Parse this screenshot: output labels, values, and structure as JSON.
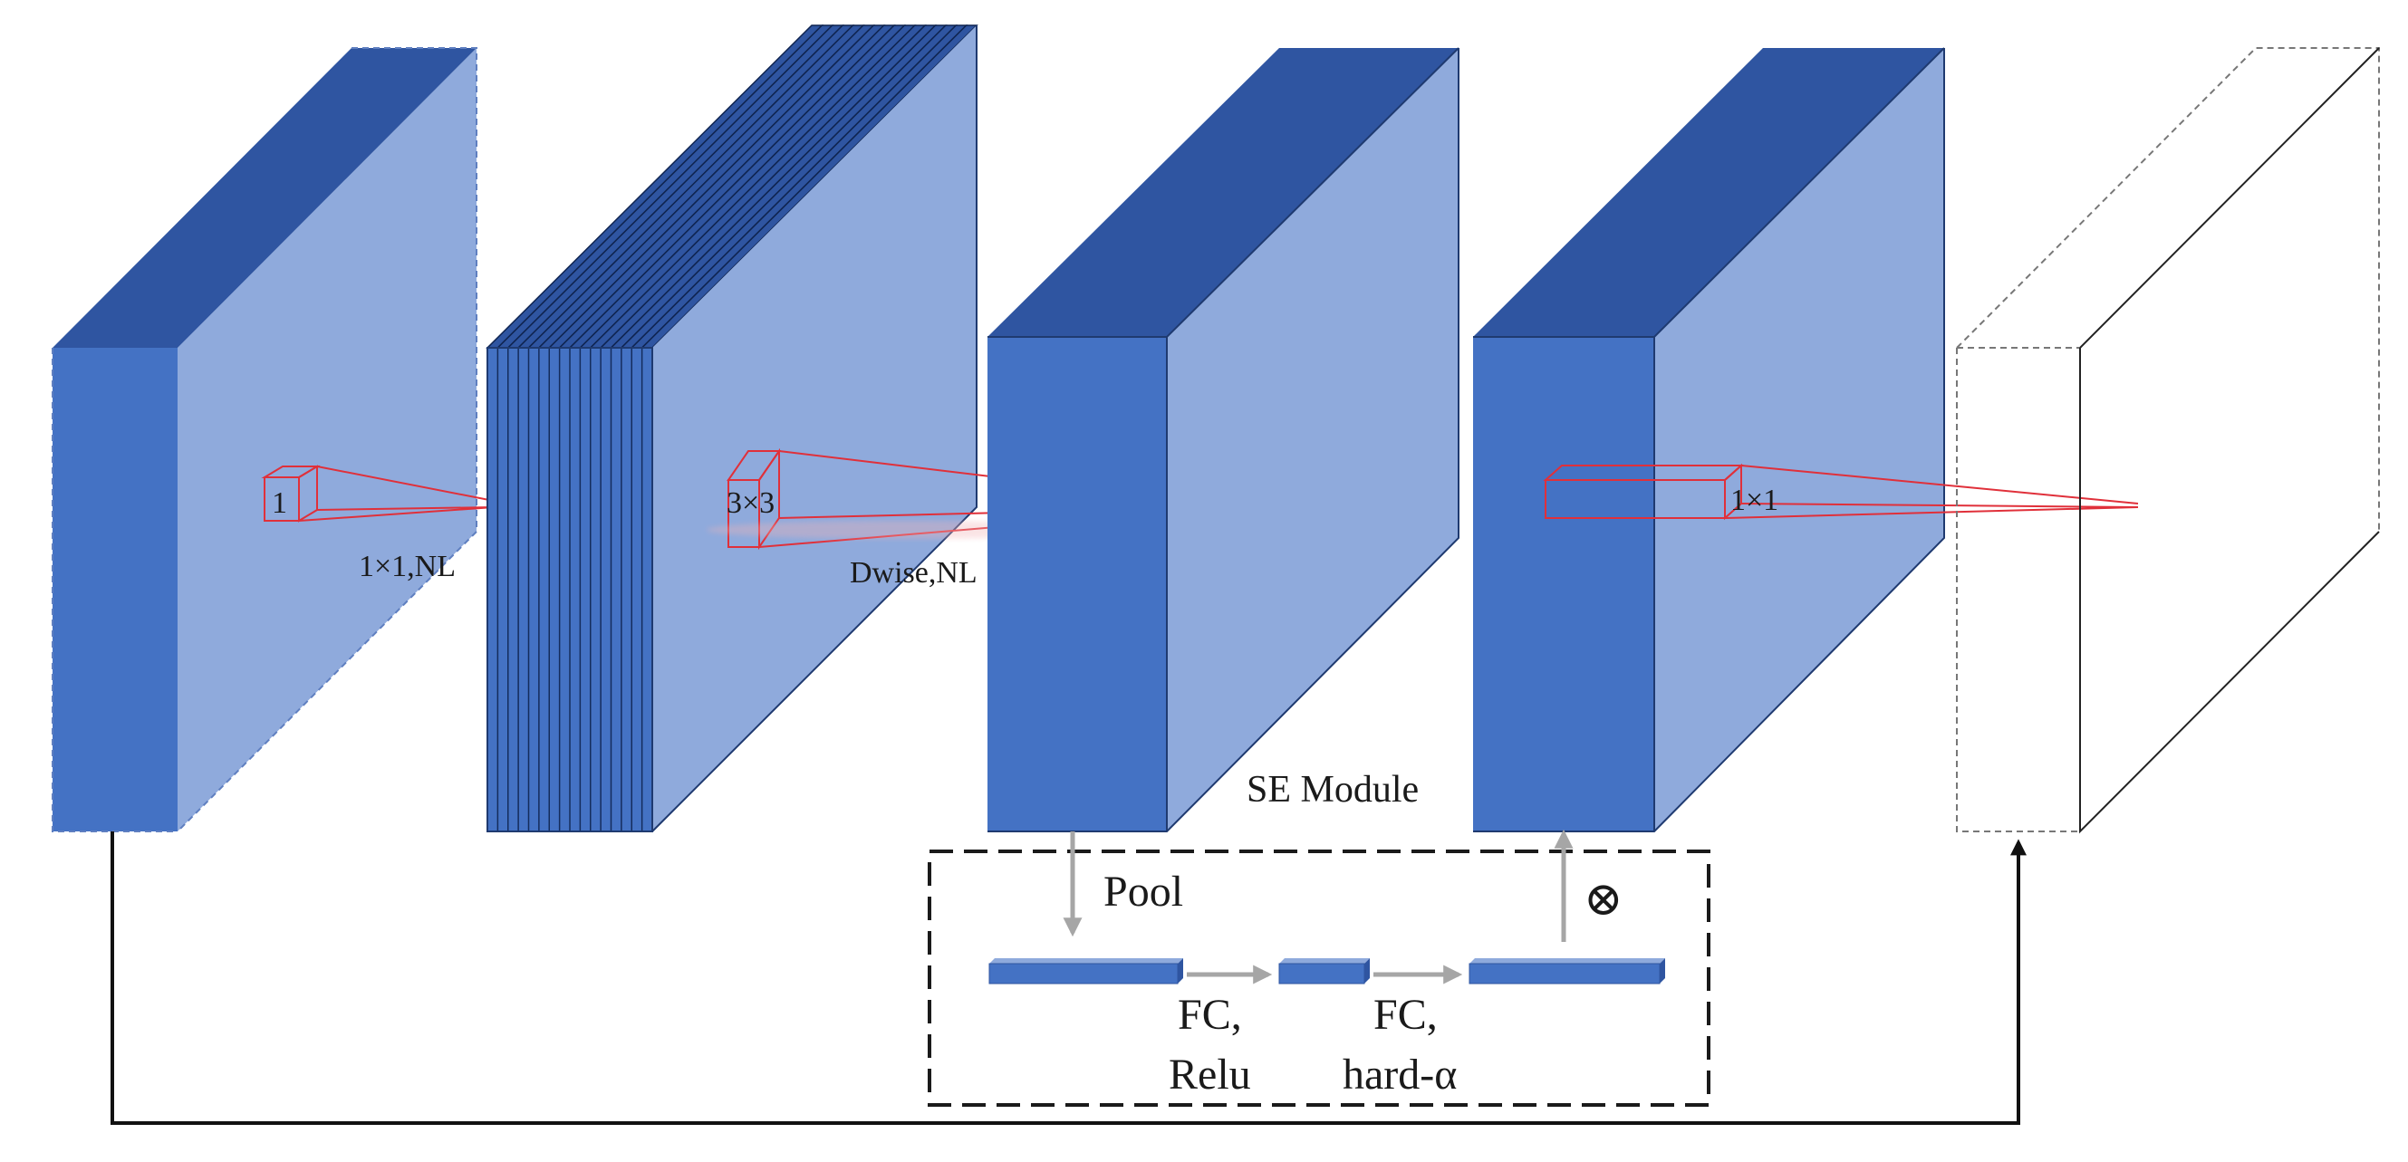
{
  "labels": {
    "kernel_1": "1",
    "kernel_3x3": "3×3",
    "kernel_1x1": "1×1",
    "op_expand": "1×1,NL",
    "op_dwise": "Dwise,NL",
    "se_module": "SE Module",
    "pool": "Pool",
    "fc1_line1": "FC,",
    "fc1_line2": "Relu",
    "fc2_line1": "FC,",
    "fc2_line2": "hard-α",
    "multiply": "⊗"
  },
  "colors": {
    "front": "#4472c4",
    "side": "#8faadc",
    "top": "#2f55a1",
    "kernel": "#e0303a",
    "arrow_gray": "#a6a6a6",
    "line": "#111111"
  }
}
